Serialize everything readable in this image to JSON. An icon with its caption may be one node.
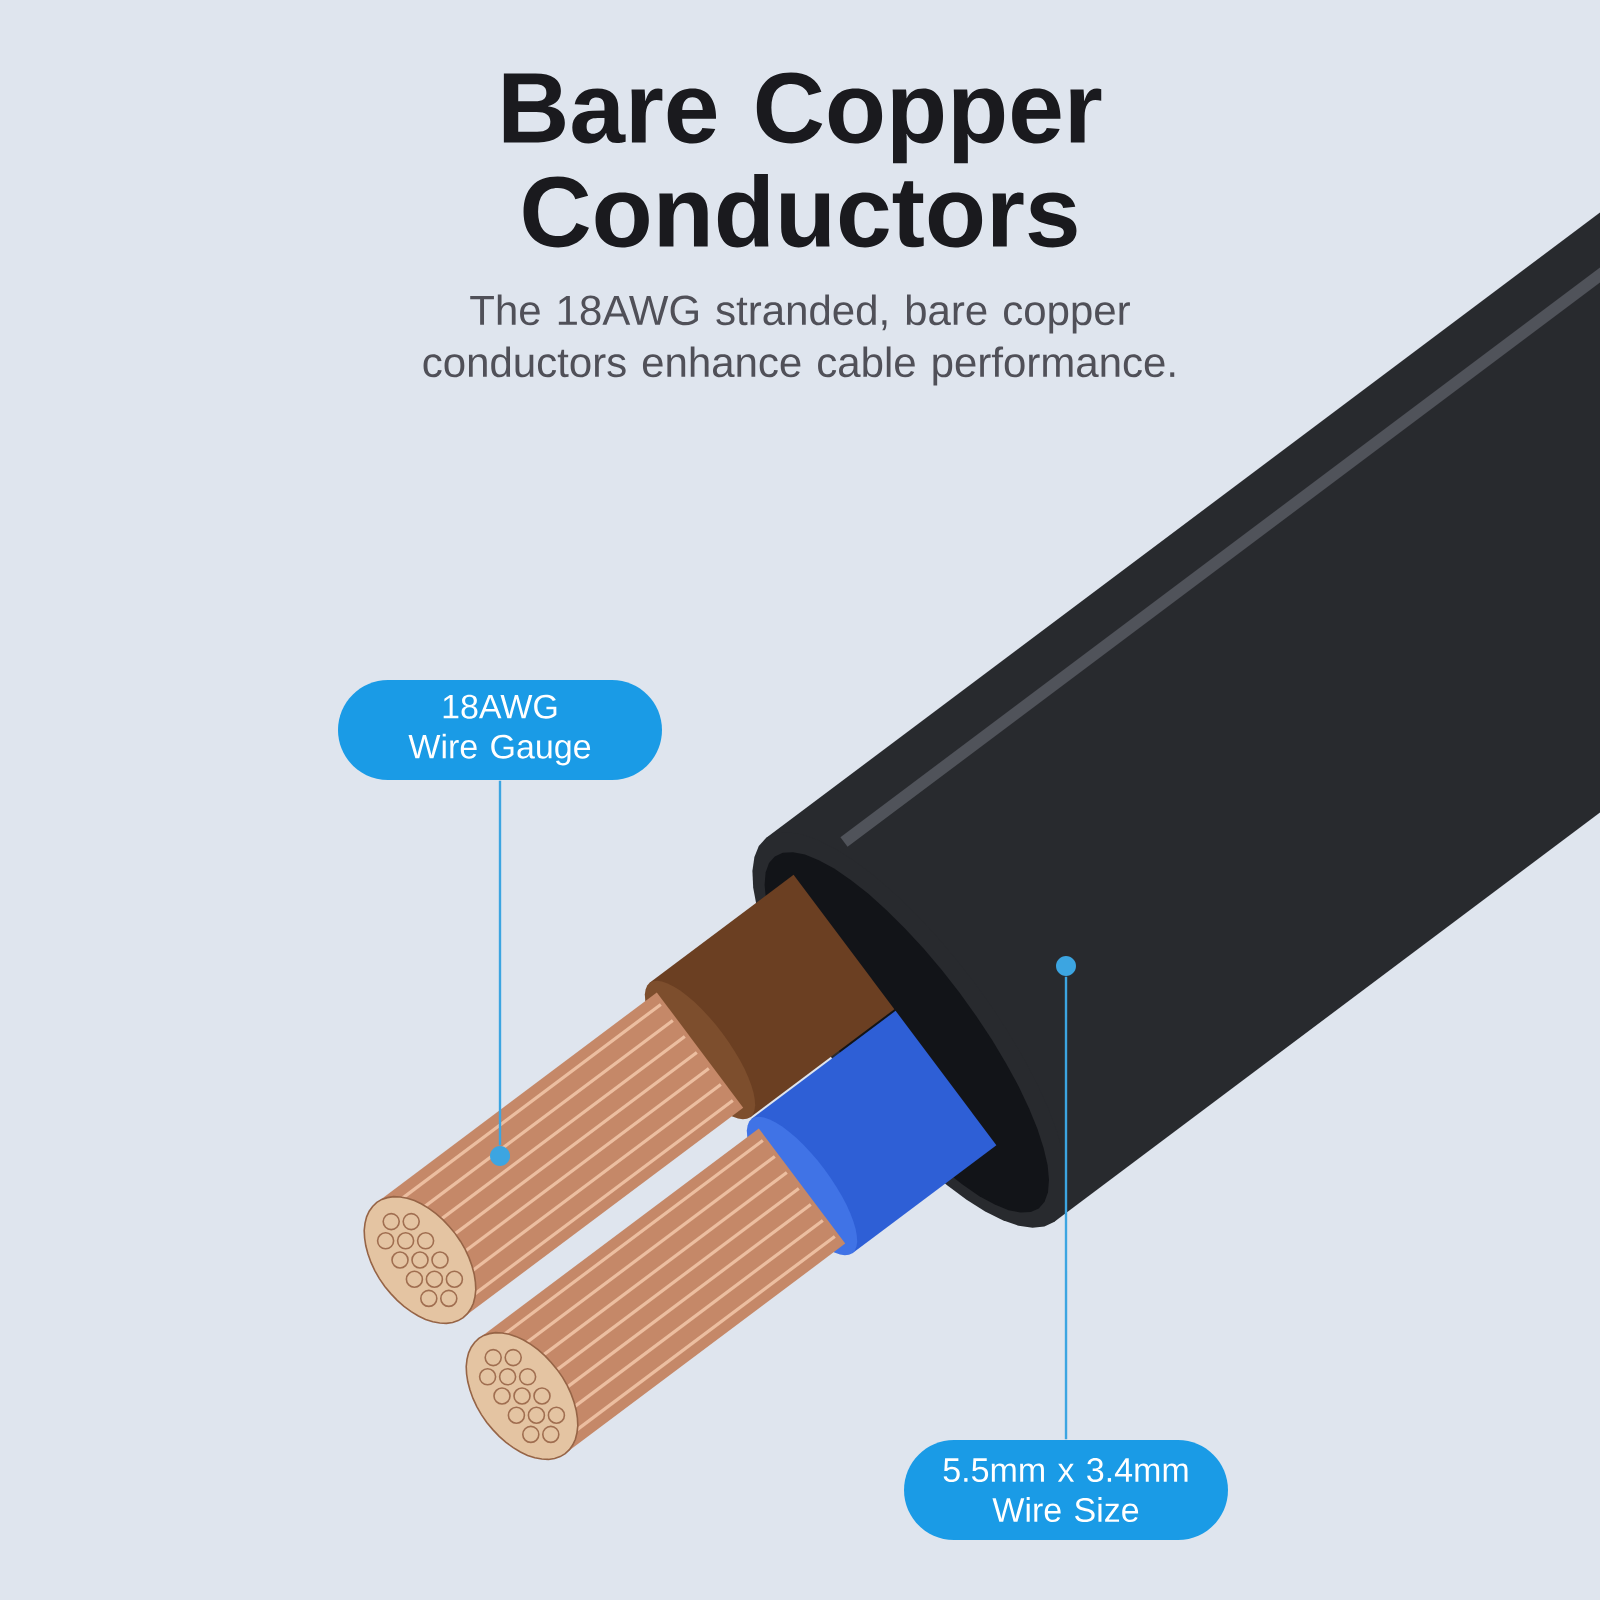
{
  "diagram": {
    "title": "Bare Copper Conductors",
    "nodes": [
      {
        "text": [
          "18AWG Wire Gauge"
        ]
      },
      {
        "text": [],
        "shape": "circle"
      },
      {
        "text": [
          "5.5mm x 3.4mm Wire Size"
        ]
      },
      {
        "text": [],
        "shape": "circle"
      }
    ],
    "edges": [
      {
        "from": 0,
        "to": 1,
        "arrow": "none"
      },
      {
        "from": 2,
        "to": 3,
        "arrow": "none"
      }
    ],
    "labels": [
      "The 18AWG stranded, bare copper conductors enhance cable performance."
    ]
  }
}
